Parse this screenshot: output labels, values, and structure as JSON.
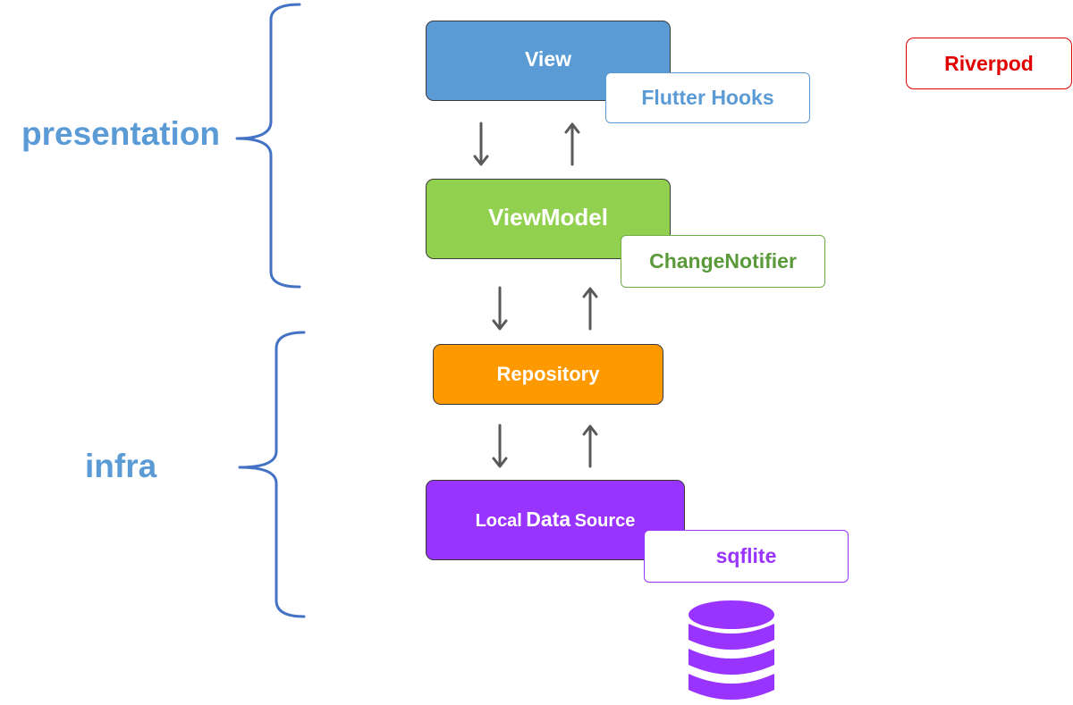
{
  "layers": {
    "presentation_label": "presentation",
    "infra_label": "infra"
  },
  "components": {
    "view": "View",
    "viewmodel": "ViewModel",
    "repository": "Repository",
    "data_source_part1": "Local",
    "data_source_part2": "Data",
    "data_source_part3": "Source"
  },
  "libraries": {
    "flutter_hooks": "Flutter Hooks",
    "change_notifier": "ChangeNotifier",
    "sqflite": "sqflite",
    "riverpod": "Riverpod"
  },
  "colors": {
    "view": "#5b9bd5",
    "viewmodel": "#92d050",
    "repository": "#ff9900",
    "data_source": "#9933ff",
    "riverpod": "#e00000",
    "bracket": "#4472c4",
    "arrow": "#595959"
  },
  "icons": [
    "database-icon",
    "arrow-down-icon",
    "arrow-up-icon",
    "curly-brace-icon"
  ]
}
